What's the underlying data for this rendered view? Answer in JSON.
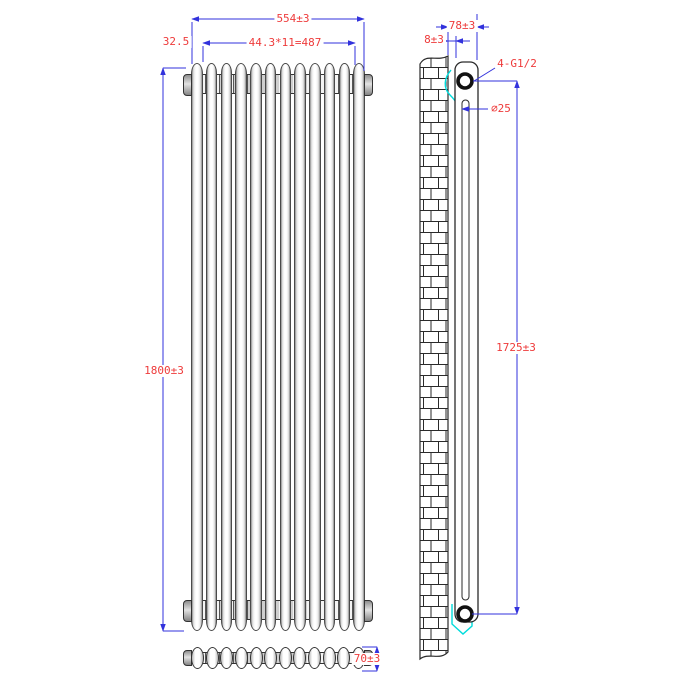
{
  "colors": {
    "dimension_blue": "#3232dc",
    "label_red": "#ee3b3b",
    "highlight_cyan": "#00dcdc",
    "drawing_dark": "#2a2a2a"
  },
  "front_view": {
    "column_count": 12,
    "dims": {
      "overall_width": "554±3",
      "column_pitch": "44.3*11=487",
      "end_offset": "32.5",
      "overall_height": "1800±3"
    }
  },
  "side_view": {
    "dims": {
      "total_depth": "78±3",
      "wall_gap": "8±3",
      "connection_thread": "4-G1/2",
      "column_diameter": "∅25",
      "connection_centers": "1725±3"
    }
  },
  "top_view": {
    "dims": {
      "depth": "70±3"
    }
  }
}
